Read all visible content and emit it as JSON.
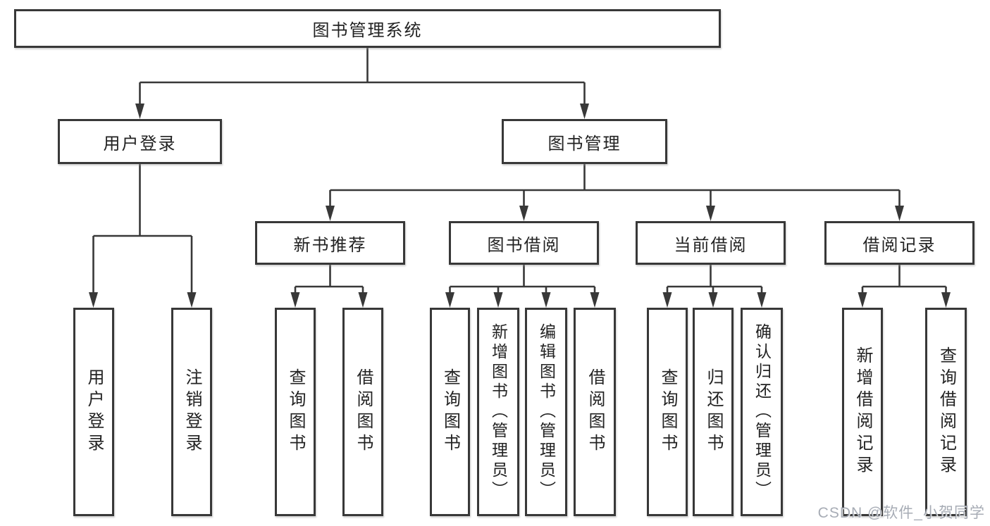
{
  "tree": {
    "root": {
      "label": "图书管理系统",
      "children": [
        {
          "label": "用户登录",
          "children": [
            {
              "label": "用户登录"
            },
            {
              "label": "注销登录"
            }
          ]
        },
        {
          "label": "图书管理",
          "children": [
            {
              "label": "新书推荐",
              "children": [
                {
                  "label": "查询图书"
                },
                {
                  "label": "借阅图书"
                }
              ]
            },
            {
              "label": "图书借阅",
              "children": [
                {
                  "label": "查询图书"
                },
                {
                  "label": "新增图书（管理员）"
                },
                {
                  "label": "编辑图书（管理员）"
                },
                {
                  "label": "借阅图书"
                }
              ]
            },
            {
              "label": "当前借阅",
              "children": [
                {
                  "label": "查询图书"
                },
                {
                  "label": "归还图书"
                },
                {
                  "label": "确认归还（管理员）"
                }
              ]
            },
            {
              "label": "借阅记录",
              "children": [
                {
                  "label": "新增借阅记录"
                },
                {
                  "label": "查询借阅记录"
                }
              ]
            }
          ]
        }
      ]
    }
  },
  "watermark": {
    "text": "CSDN @软件_小贺同学"
  },
  "colors": {
    "line": "#383838",
    "box_border": "#383838",
    "text": "#222222",
    "watermark": "#989ea8",
    "background": "#ffffff"
  }
}
